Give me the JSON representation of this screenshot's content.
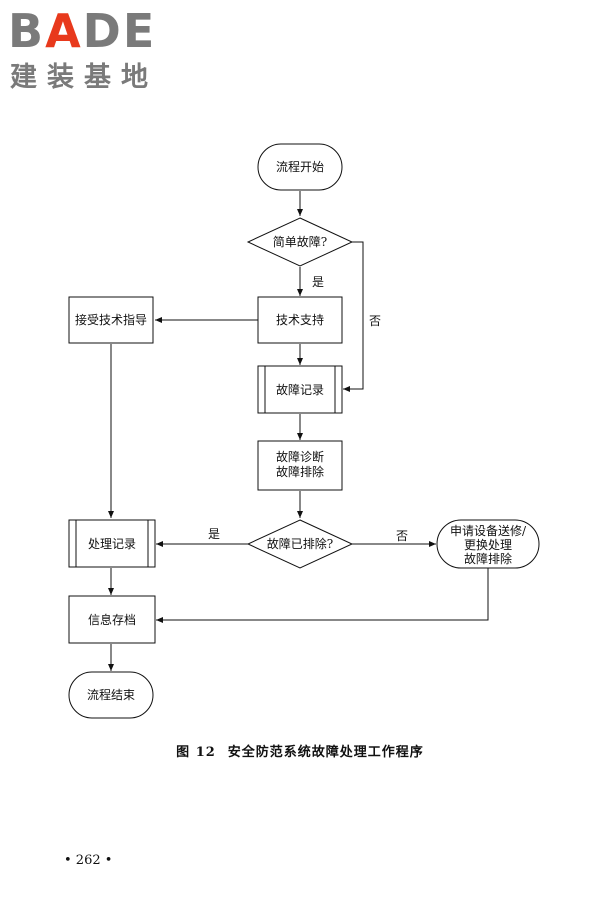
{
  "logo": {
    "word_prefix": "B",
    "word_accent": "A",
    "word_suffix": "DE",
    "subtitle": "建装基地",
    "colors": {
      "text": "#7a7a7a",
      "accent": "#e8391c"
    }
  },
  "flowchart": {
    "nodes": {
      "start": "流程开始",
      "simple_fault": "简单故障?",
      "tech_support": "技术支持",
      "receive_guidance": "接受技术指导",
      "fault_record": "故障记录",
      "diagnose_line1": "故障诊断",
      "diagnose_line2": "故障排除",
      "fault_cleared": "故障已排除?",
      "repair_line1": "申请设备送修/",
      "repair_line2": "更换处理",
      "repair_line3": "故障排除",
      "process_record": "处理记录",
      "archive": "信息存档",
      "end": "流程结束"
    },
    "edge_labels": {
      "simple_yes": "是",
      "simple_no": "否",
      "cleared_yes": "是",
      "cleared_no": "否"
    }
  },
  "caption": {
    "figure_no": "图 12",
    "title": "安全防范系统故障处理工作程序"
  },
  "page_number": "• 262 •"
}
